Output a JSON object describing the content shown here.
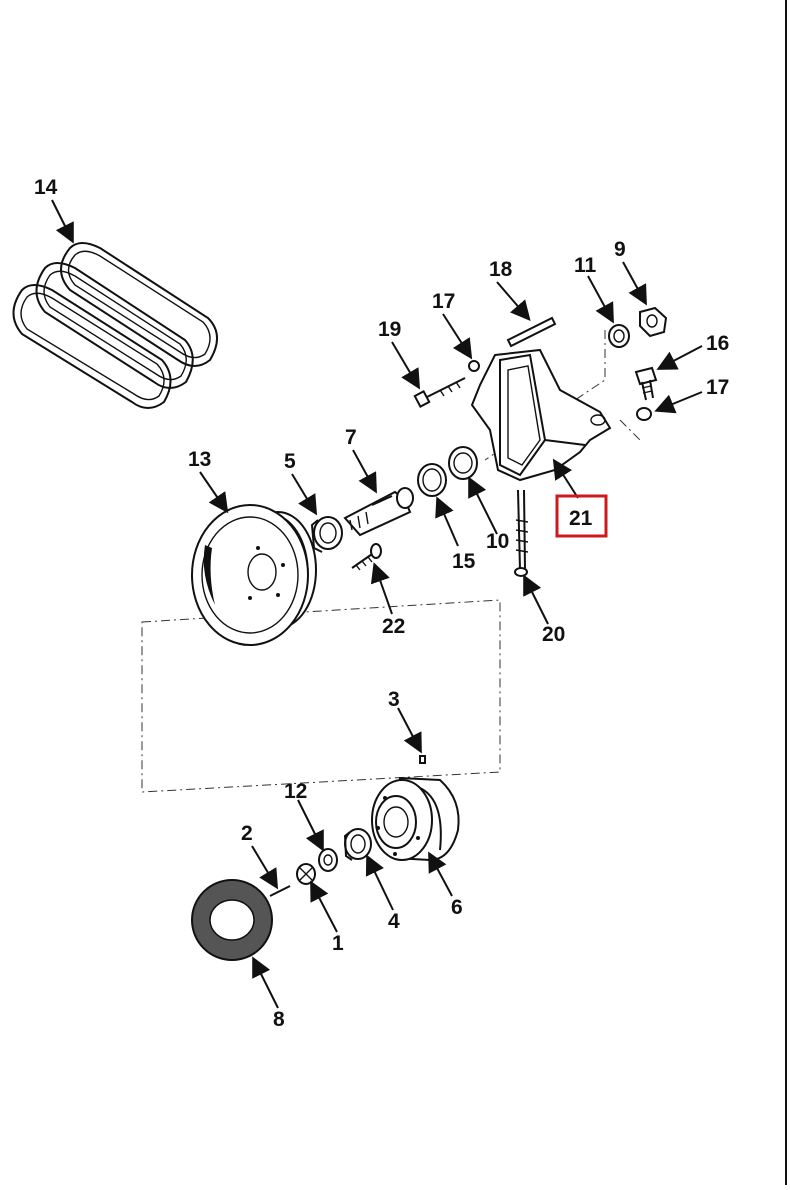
{
  "diagram": {
    "highlight_color": "#cc1a1a",
    "highlighted_callout": "21",
    "callouts": [
      "1",
      "2",
      "3",
      "4",
      "5",
      "6",
      "7",
      "8",
      "9",
      "10",
      "11",
      "12",
      "13",
      "14",
      "15",
      "16",
      "17",
      "18",
      "19",
      "20",
      "21",
      "22"
    ]
  }
}
